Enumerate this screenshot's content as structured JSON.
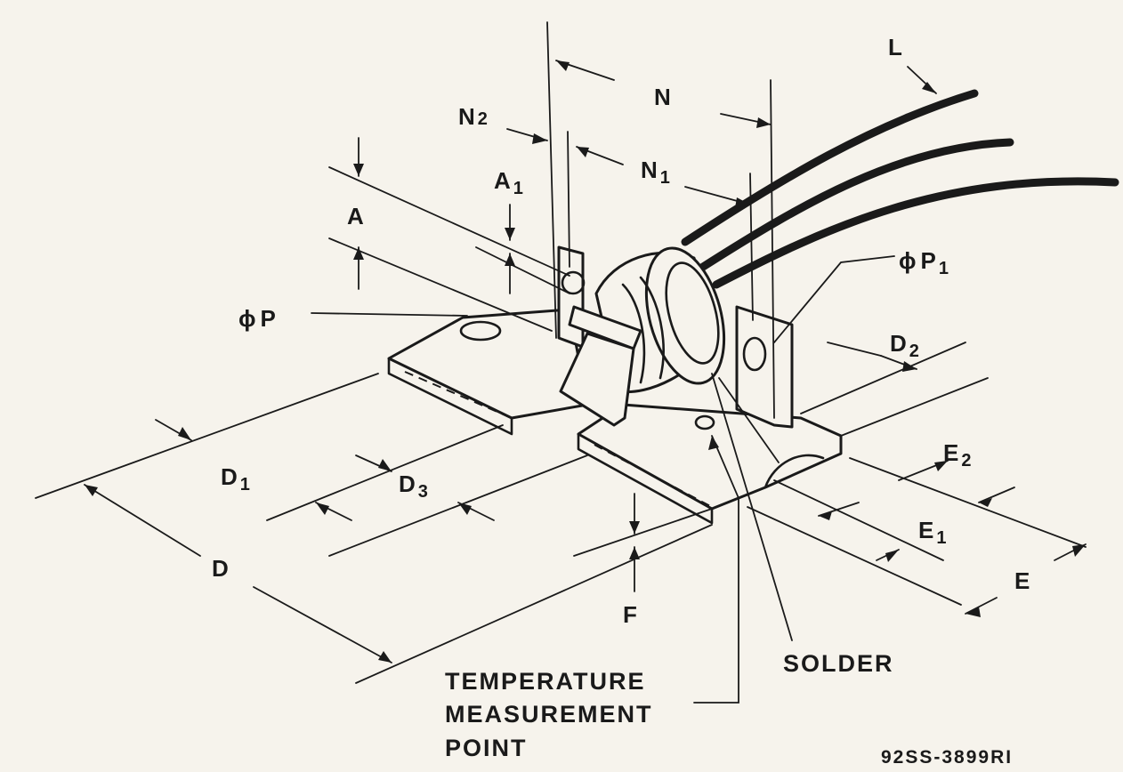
{
  "labels": {
    "L": "L",
    "N": "N",
    "N2": "N",
    "N2_sub": "2",
    "N1": "N",
    "N1_sub": "1",
    "A1": "A",
    "A1_sub": "1",
    "A": "A",
    "P": "P",
    "P1": "P",
    "P1_sub": "1",
    "D2": "D",
    "D2_sub": "2",
    "E2": "E",
    "E2_sub": "2",
    "D1": "D",
    "D1_sub": "1",
    "D3": "D",
    "D3_sub": "3",
    "E1": "E",
    "E1_sub": "1",
    "D": "D",
    "F": "F",
    "E": "E",
    "phi": "ϕ"
  },
  "callouts": {
    "solder": "SOLDER",
    "temp_line1": "TEMPERATURE",
    "temp_line2": "MEASUREMENT",
    "temp_line3": "POINT"
  },
  "drawing_code": "92SS-3899RI"
}
